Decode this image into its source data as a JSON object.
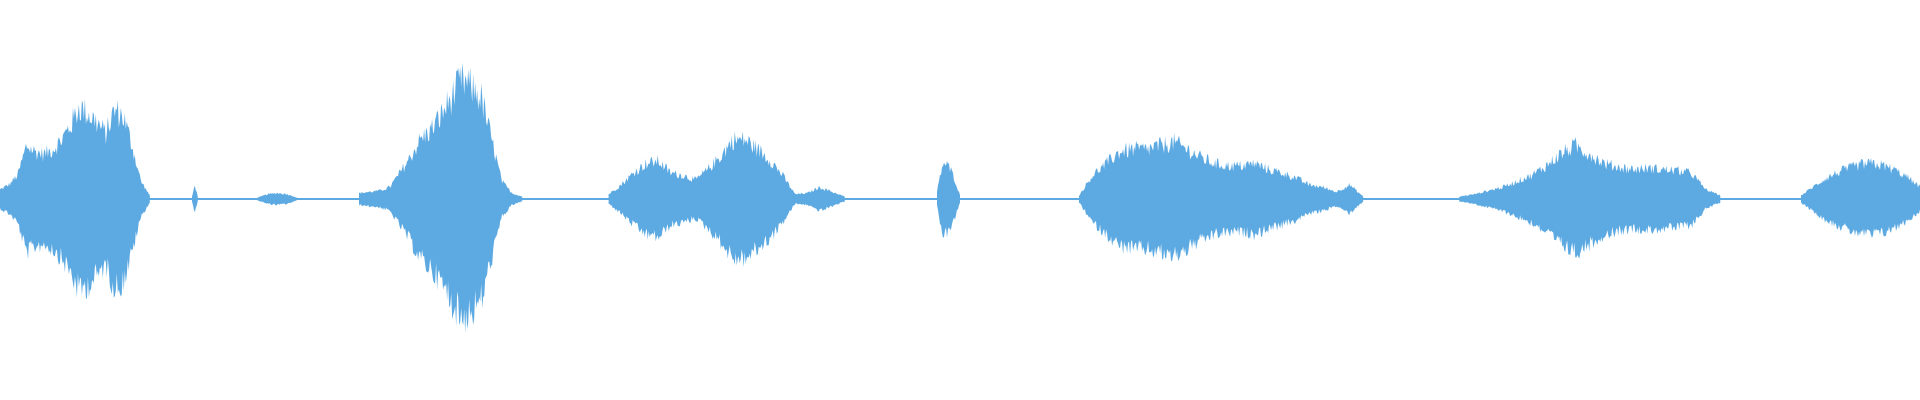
{
  "waveform": {
    "color": "#5DAAE2",
    "segments": [
      {
        "kind": "burst",
        "start": 0.0,
        "end": 0.078,
        "envelope": [
          0.08,
          0.12,
          0.2,
          0.45,
          0.4,
          0.38,
          0.42,
          0.5,
          0.62,
          0.78,
          0.72,
          0.65,
          0.55,
          0.75,
          0.7,
          0.45,
          0.15,
          0.03
        ]
      },
      {
        "kind": "spike",
        "start": 0.1,
        "end": 0.103,
        "envelope": [
          0.02,
          0.12,
          0.02
        ]
      },
      {
        "kind": "burst",
        "start": 0.134,
        "end": 0.155,
        "envelope": [
          0.01,
          0.04,
          0.05,
          0.04,
          0.01
        ]
      },
      {
        "kind": "burst",
        "start": 0.187,
        "end": 0.272,
        "envelope": [
          0.05,
          0.06,
          0.07,
          0.1,
          0.22,
          0.35,
          0.5,
          0.58,
          0.7,
          0.85,
          1.0,
          0.95,
          0.85,
          0.5,
          0.15,
          0.05,
          0.02
        ]
      },
      {
        "kind": "burst",
        "start": 0.317,
        "end": 0.44,
        "envelope": [
          0.04,
          0.12,
          0.22,
          0.3,
          0.32,
          0.22,
          0.2,
          0.16,
          0.25,
          0.36,
          0.5,
          0.5,
          0.42,
          0.33,
          0.2,
          0.04,
          0.05,
          0.1,
          0.06,
          0.02
        ]
      },
      {
        "kind": "burst",
        "start": 0.488,
        "end": 0.5,
        "envelope": [
          0.06,
          0.3,
          0.28,
          0.18,
          0.03
        ]
      },
      {
        "kind": "burst",
        "start": 0.562,
        "end": 0.71,
        "envelope": [
          0.03,
          0.2,
          0.3,
          0.4,
          0.42,
          0.42,
          0.45,
          0.48,
          0.42,
          0.35,
          0.3,
          0.28,
          0.28,
          0.3,
          0.25,
          0.22,
          0.18,
          0.12,
          0.1,
          0.06,
          0.12,
          0.02
        ]
      },
      {
        "kind": "burst",
        "start": 0.76,
        "end": 0.896,
        "envelope": [
          0.02,
          0.04,
          0.07,
          0.1,
          0.15,
          0.2,
          0.28,
          0.38,
          0.45,
          0.38,
          0.3,
          0.27,
          0.25,
          0.26,
          0.25,
          0.24,
          0.22,
          0.08,
          0.03
        ]
      },
      {
        "kind": "burst",
        "start": 0.938,
        "end": 1.0,
        "envelope": [
          0.03,
          0.1,
          0.17,
          0.22,
          0.26,
          0.29,
          0.3,
          0.28,
          0.24,
          0.18,
          0.1
        ]
      }
    ]
  }
}
